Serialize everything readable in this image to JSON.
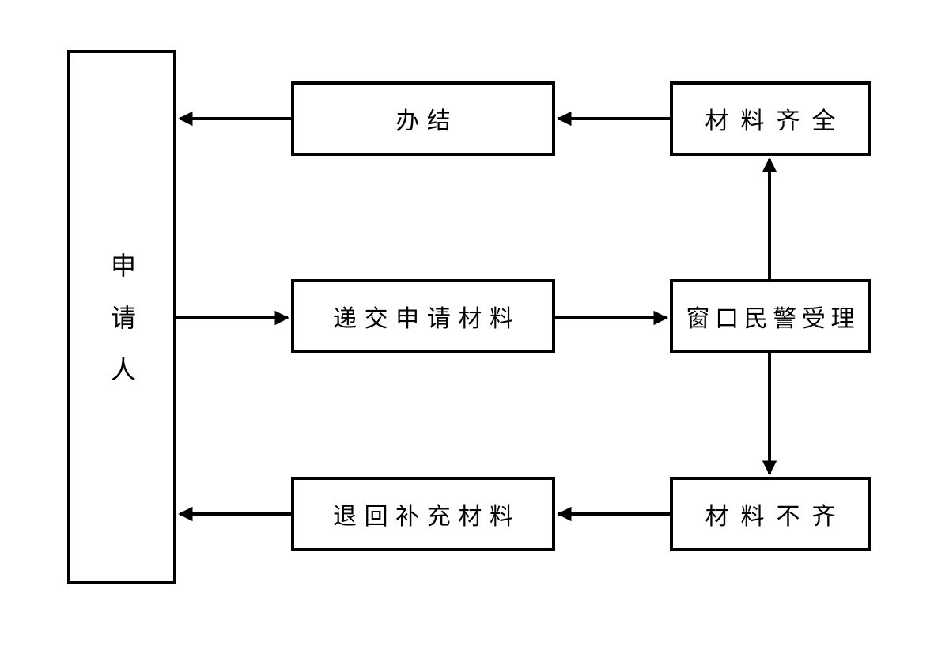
{
  "page": {
    "background_color": "#ffffff",
    "line_color": "#000000"
  },
  "diagram": {
    "type": "flowchart",
    "nodes": [
      {
        "id": "applicant",
        "label": "申请人",
        "orientation": "vertical"
      },
      {
        "id": "done",
        "label": "办结",
        "orientation": "horizontal"
      },
      {
        "id": "materials-complete",
        "label": "材料齐全",
        "orientation": "horizontal"
      },
      {
        "id": "submit-materials",
        "label": "递交申请材料",
        "orientation": "horizontal"
      },
      {
        "id": "window-officer",
        "label": "窗口民警受理",
        "orientation": "horizontal"
      },
      {
        "id": "return-supplement",
        "label": "退回补充材料",
        "orientation": "horizontal"
      },
      {
        "id": "materials-incomplete",
        "label": "材料不齐",
        "orientation": "horizontal"
      }
    ],
    "edges": [
      {
        "from": "materials-complete",
        "to": "done",
        "direction": "left"
      },
      {
        "from": "done",
        "to": "applicant",
        "direction": "left"
      },
      {
        "from": "applicant",
        "to": "submit-materials",
        "direction": "right"
      },
      {
        "from": "submit-materials",
        "to": "window-officer",
        "direction": "right"
      },
      {
        "from": "window-officer",
        "to": "materials-complete",
        "direction": "up"
      },
      {
        "from": "window-officer",
        "to": "materials-incomplete",
        "direction": "down"
      },
      {
        "from": "materials-incomplete",
        "to": "return-supplement",
        "direction": "left"
      },
      {
        "from": "return-supplement",
        "to": "applicant",
        "direction": "left"
      }
    ]
  }
}
